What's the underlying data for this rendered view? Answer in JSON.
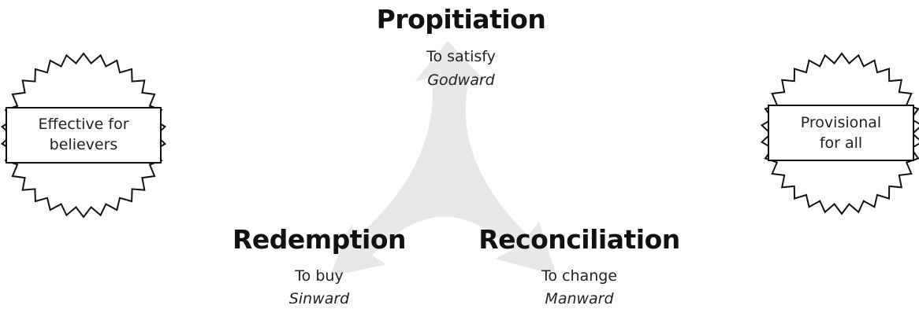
{
  "nodes": {
    "propitiation": {
      "title": "Propitiation",
      "meaning": "To satisfy",
      "direction": "Godward"
    },
    "redemption": {
      "title": "Redemption",
      "meaning": "To buy",
      "direction": "Sinward"
    },
    "reconciliation": {
      "title": "Reconciliation",
      "meaning": "To change",
      "direction": "Manward"
    }
  },
  "seals": {
    "left": {
      "line1": "Effective for",
      "line2": "believers"
    },
    "right": {
      "line1": "Provisional",
      "line2": "for all"
    }
  },
  "colors": {
    "arrows": "#e8e8e8",
    "ink": "#111111"
  }
}
